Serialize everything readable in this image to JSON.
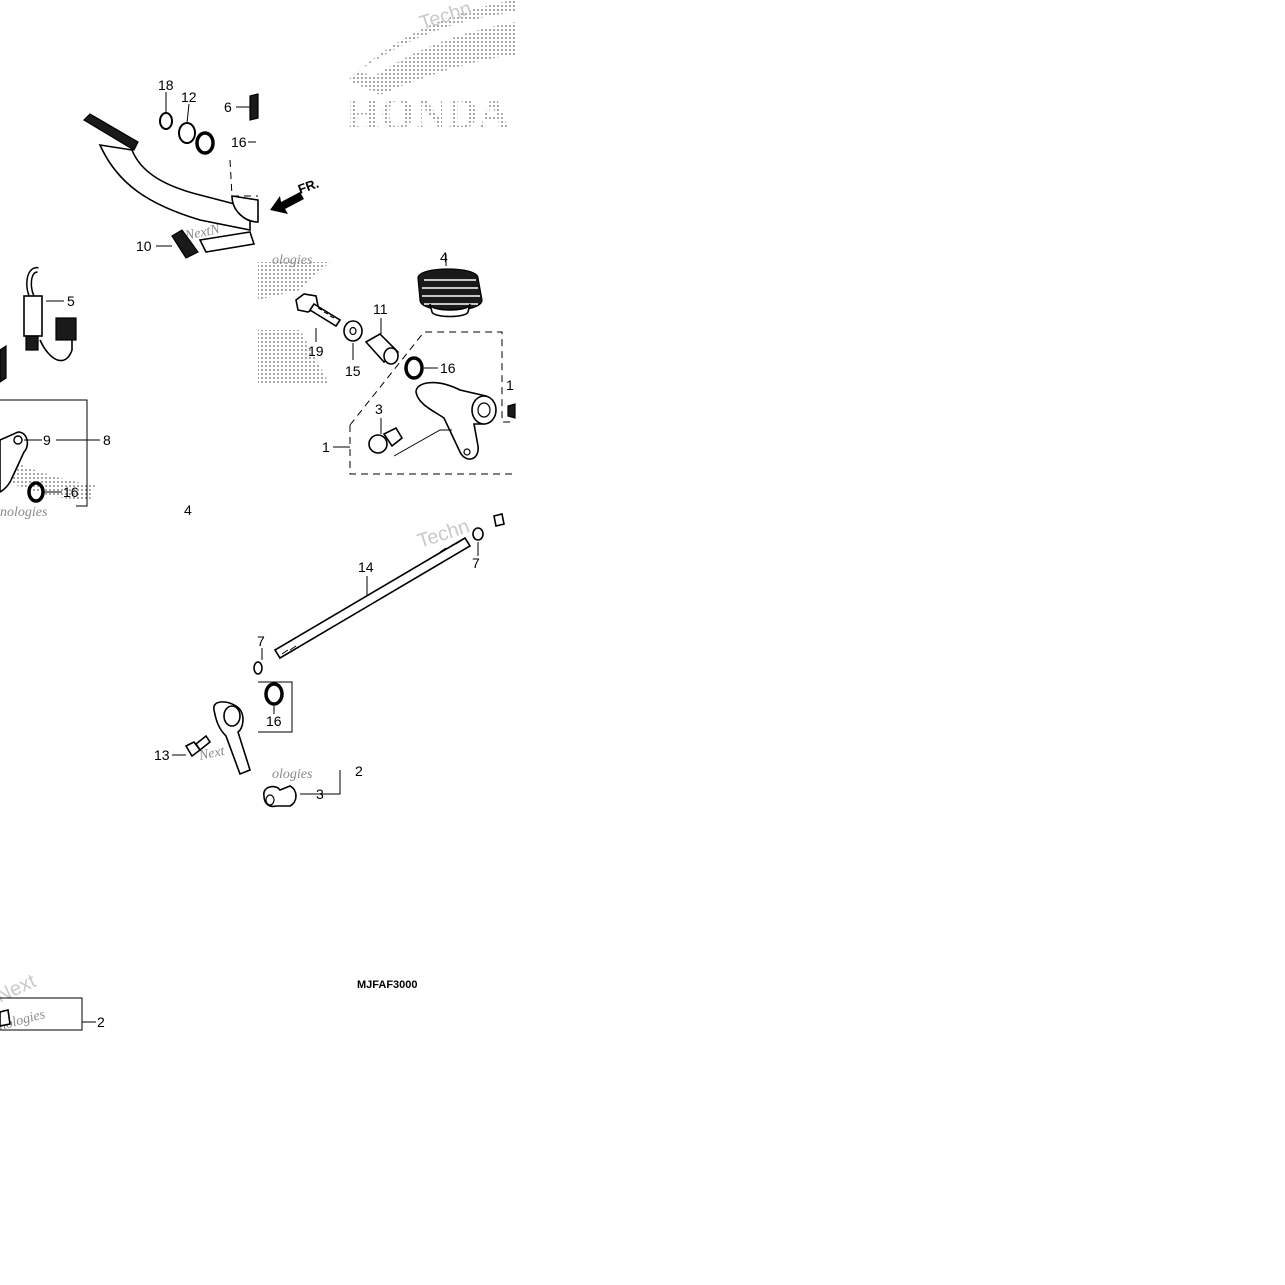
{
  "diagram_code": "MJFAF3000",
  "direction_label": "FR.",
  "brand_watermark": "HONDA",
  "watermarks": {
    "tech": "Techn",
    "next": "Next",
    "nologies": "nologies",
    "ologies": "ologies",
    "nextm": "NextN"
  },
  "callouts": {
    "c1": "1",
    "c2": "2",
    "c3a": "3",
    "c3b": "3",
    "c4a": "4",
    "c4b": "4",
    "c5": "5",
    "c6": "6",
    "c7a": "7",
    "c7b": "7",
    "c8": "8",
    "c9": "9",
    "c10": "10",
    "c11": "11",
    "c12": "12",
    "c13": "13",
    "c14": "14",
    "c15": "15",
    "c16a": "16",
    "c16b": "16",
    "c16c": "16",
    "c16d": "16",
    "c18": "18",
    "c19": "19"
  }
}
